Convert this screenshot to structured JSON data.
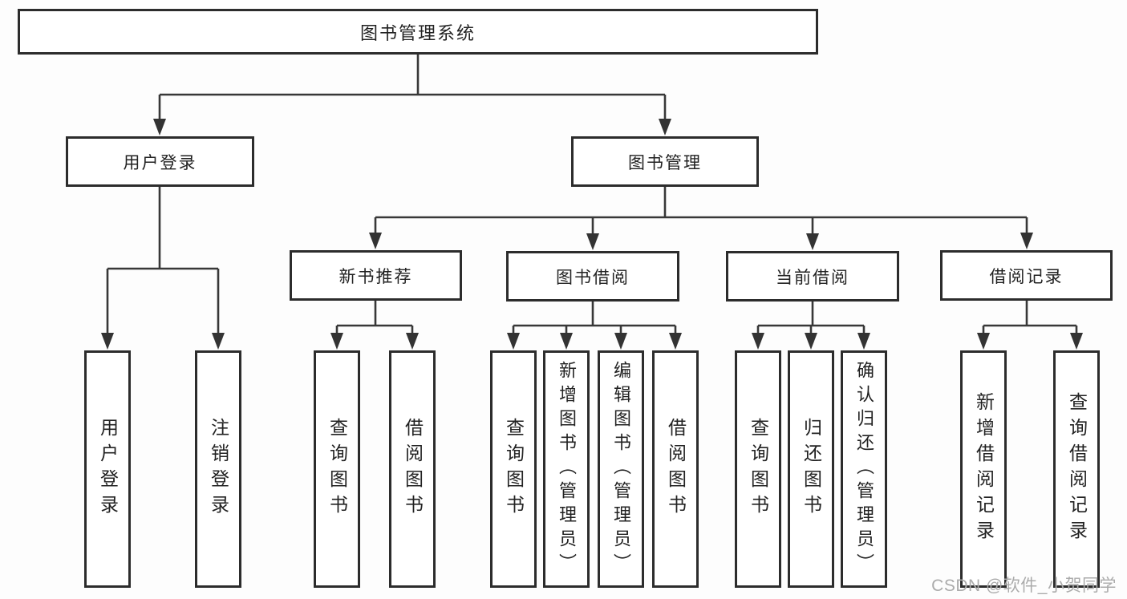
{
  "diagram": {
    "watermark": "CSDN @软件_小贺同学",
    "colors": {
      "line": "#383838",
      "box_border": "#2c2c2c",
      "text": "#222222",
      "watermark": "#ababab",
      "background": "#fdfdfd"
    },
    "hierarchy": {
      "label": "图书管理系统",
      "children": [
        {
          "label": "用户登录",
          "children": [
            {
              "label": "用户登录"
            },
            {
              "label": "注销登录"
            }
          ]
        },
        {
          "label": "图书管理",
          "children": [
            {
              "label": "新书推荐",
              "children": [
                {
                  "label": "查询图书"
                },
                {
                  "label": "借阅图书"
                }
              ]
            },
            {
              "label": "图书借阅",
              "children": [
                {
                  "label": "查询图书"
                },
                {
                  "label": "新增图书（管理员）"
                },
                {
                  "label": "编辑图书（管理员）"
                },
                {
                  "label": "借阅图书"
                }
              ]
            },
            {
              "label": "当前借阅",
              "children": [
                {
                  "label": "查询图书"
                },
                {
                  "label": "归还图书"
                },
                {
                  "label": "确认归还（管理员）"
                }
              ]
            },
            {
              "label": "借阅记录",
              "children": [
                {
                  "label": "新增借阅记录"
                },
                {
                  "label": "查询借阅记录"
                }
              ]
            }
          ]
        }
      ]
    }
  }
}
